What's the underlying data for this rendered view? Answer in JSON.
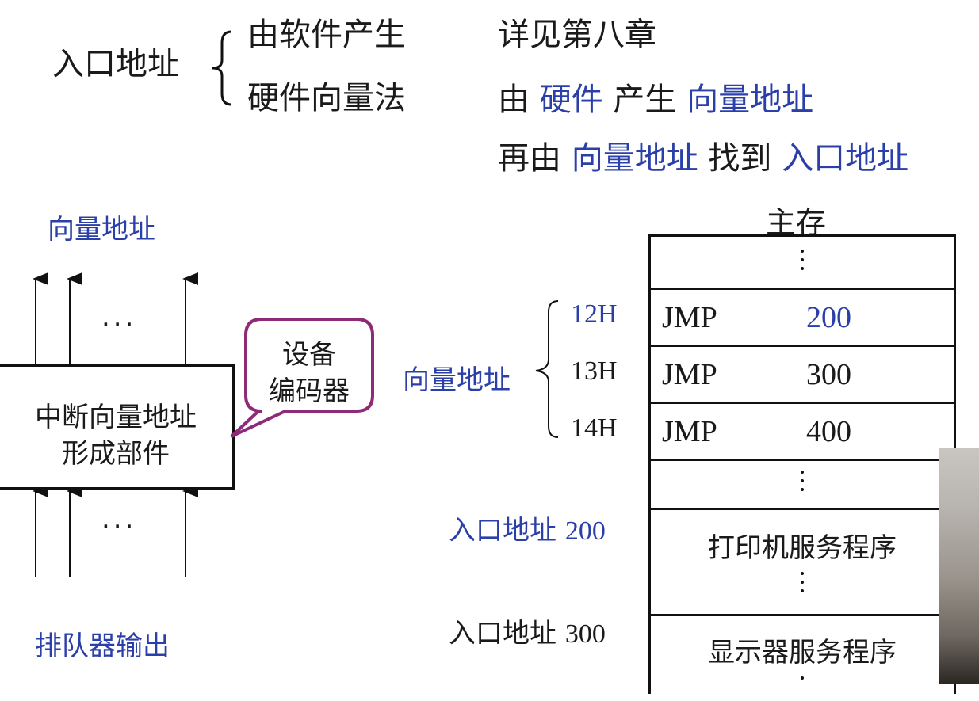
{
  "top": {
    "entry_label": "入口地址",
    "software_method": "由软件产生",
    "software_note": "详见第八章",
    "hardware_method": "硬件向量法",
    "line1": {
      "p1": "由 ",
      "p2": "硬件",
      "p3": " 产生 ",
      "p4": "向量地址"
    },
    "line2": {
      "p1": "再由 ",
      "p2": "向量地址",
      "p3": " 找到 ",
      "p4": "入口地址"
    }
  },
  "left": {
    "vector_label": "向量地址",
    "ellipsis_top": "···",
    "ellipsis_bottom": "···",
    "component_line1": "中断向量地址",
    "component_line2": "形成部件",
    "callout_line1": "设备",
    "callout_line2": "编码器",
    "queue_output": "排队器输出"
  },
  "memory": {
    "title": "主存",
    "vector_brace_label": "向量地址",
    "addresses": [
      "12H",
      "13H",
      "14H"
    ],
    "rows": [
      {
        "op": "JMP",
        "target": "200"
      },
      {
        "op": "JMP",
        "target": "300"
      },
      {
        "op": "JMP",
        "target": "400"
      }
    ],
    "entry200_label": "入口地址",
    "entry200_value": "200",
    "entry300_label": "入口地址",
    "entry300_value": "300",
    "printer_service": "打印机服务程序",
    "display_service": "显示器服务程序"
  },
  "colors": {
    "accent_blue": "#2b3fa8",
    "callout_border": "#8e2a78",
    "text": "#1a1a1a"
  }
}
